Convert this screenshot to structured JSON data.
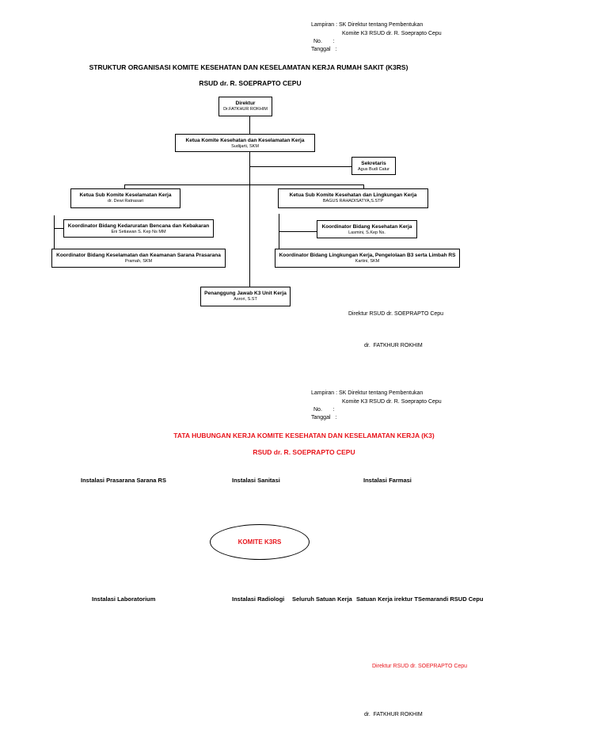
{
  "page1": {
    "header": {
      "line1": "Lampiran : SK Direktur tentang Pembentukan",
      "line2": "Komite K3 RSUD dr. R. Soeprapto Cepu",
      "line3": "No.       :",
      "line4": "Tanggal   :"
    },
    "title1": "STRUKTUR ORGANISASI KOMITE KESEHATAN DAN KESELAMATAN KERJA RUMAH SAKIT (K3RS)",
    "title2": "RSUD dr. R. SOEPRAPTO CEPU",
    "org": {
      "direktur": {
        "title": "Direktur",
        "name": "Dr.FATKHUR ROKHIM"
      },
      "ketua": {
        "title": "Ketua Komite Kesehatan dan Keselamatan Kerja",
        "name": "Sudijarti, SKM"
      },
      "sekretaris": {
        "title": "Sekretaris",
        "name": "Agus Budi Catur"
      },
      "sub_keselamatan": {
        "title": "Ketua Sub Komite Keselamatan Kerja",
        "name": "dr. Dewi Ratnasari"
      },
      "sub_kesehatan": {
        "title": "Ketua Sub Komite Kesehatan dan Lingkungan Kerja",
        "name": "BAGUS RAHADISATYA,S.STP"
      },
      "koord_darurat": {
        "title": "Koordinator Bidang Kedaruratan Bencana dan Kebakaran",
        "name": "Eni Setiawan S. Kep Ns MM"
      },
      "koord_sarana": {
        "title": "Koordinator Bidang Keselamatan dan Keamanan Sarana Prasarana",
        "name": "Pramah, SKM"
      },
      "koord_kesehatan": {
        "title": "Koordinator Bidang Kesehatan Kerja",
        "name": "Lasmini, S.Kep Ns."
      },
      "koord_lingkungan": {
        "title": "Koordinator Bidang Lingkungan Kerja, Pengelolaan B3 serta Limbah RS",
        "name": "Kartini, SKM"
      },
      "penanggung": {
        "title": "Penanggung Jawab K3 Unit Kerja",
        "name": "Asrori, S.ST"
      }
    },
    "sign_title": "Direktur RSUD dr. SOEPRAPTO Cepu",
    "sign_name": "dr.  FATKHUR ROKHIM"
  },
  "page2": {
    "header": {
      "line1": "Lampiran : SK Direktur tentang Pembentukan",
      "line2": "Komite K3 RSUD dr. R. Soeprapto Cepu",
      "line3": "No.       :",
      "line4": "Tanggal   :"
    },
    "title1": "TATA HUBUNGAN KERJA KOMITE KESEHATAN DAN KESELAMATAN KERJA (K3)",
    "title2": "RSUD dr. R. SOEPRAPTO CEPU",
    "top_units": [
      "Instalasi Prasarana Sarana RS",
      "Instalasi Sanitasi",
      "Instalasi Farmasi"
    ],
    "center": "KOMITE K3RS",
    "bottom_units": [
      "Instalasi Laboratorium",
      "Instalasi Radiologi",
      "Seluruh Satuan Kerja",
      "Satuan Kerja irektur TSemarandi RSUD Cepu"
    ],
    "sign_title": "Direktur RSUD dr. SOEPRAPTO Cepu",
    "sign_name": "dr.  FATKHUR ROKHIM"
  },
  "colors": {
    "accent_red": "#e8141b"
  }
}
